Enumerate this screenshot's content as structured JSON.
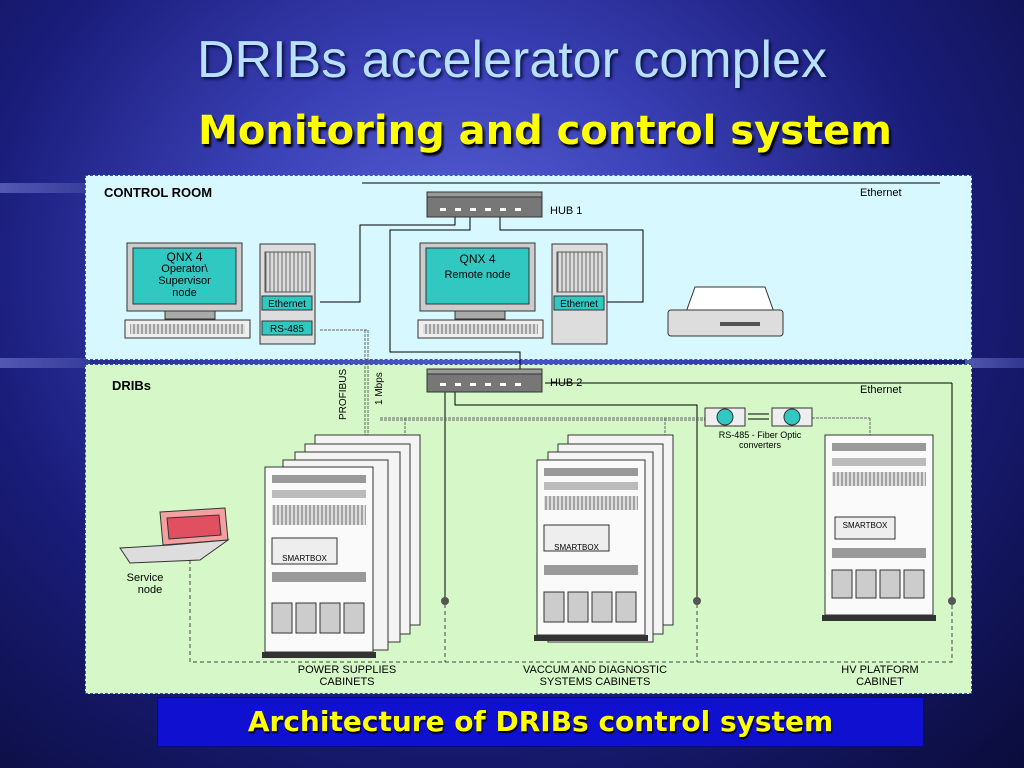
{
  "slide": {
    "title": "DRIBs accelerator complex",
    "subtitle": "Monitoring and control system",
    "caption": "Architecture of DRIBs control system"
  },
  "control_room": {
    "label": "CONTROL ROOM",
    "ethernet_label": "Ethernet",
    "hub1_label": "HUB 1",
    "operator_screen": [
      "QNX 4",
      "Operator\\",
      "Supervisor",
      "node"
    ],
    "remote_screen": [
      "QNX 4",
      "Remote node"
    ],
    "ethernet_card": "Ethernet",
    "rs485_card": "RS-485"
  },
  "dribs": {
    "label": "DRIBs",
    "ethernet_label": "Ethernet",
    "hub2_label": "HUB 2",
    "profibus_label": "PROFIBUS",
    "speed_label": "1 Mbps",
    "converters_label": [
      "RS-485 - Fiber Optic",
      "converters"
    ],
    "smartbox_label": "SMARTBOX",
    "service_node_label": [
      "Service",
      "node"
    ],
    "power_label": [
      "POWER SUPPLIES",
      "CABINETS"
    ],
    "vacuum_label": [
      "VACCUM AND DIAGNOSTIC",
      "SYSTEMS CABINETS"
    ],
    "hv_label": [
      "HV PLATFORM",
      "CABINET"
    ]
  },
  "colors": {
    "title": "#b8e0ff",
    "subtitle": "#ffff00",
    "control_panel": "#d8f8ff",
    "dribs_panel": "#d6f8c8",
    "screen": "#30c8c0",
    "caption_bg": "#1010d0"
  }
}
